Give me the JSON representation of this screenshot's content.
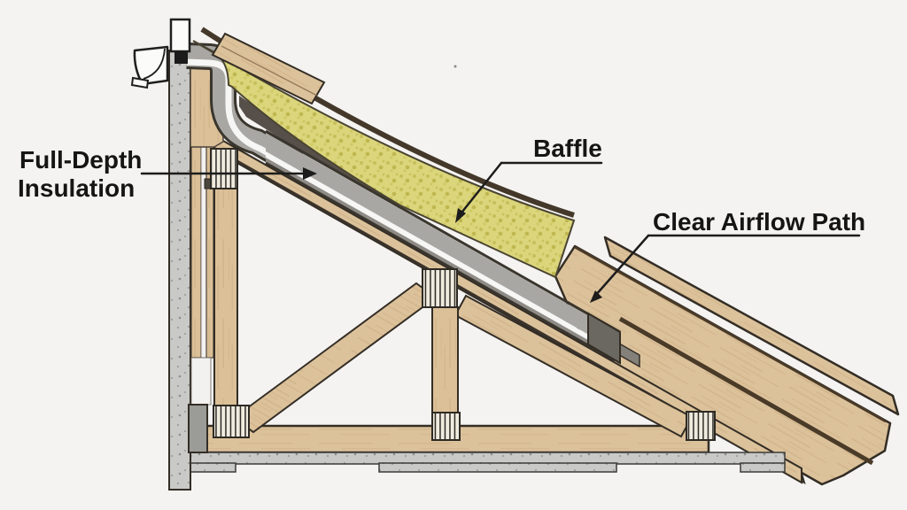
{
  "page": {
    "title": "Roof eave ventilation cross-section diagram",
    "background": "#f4f3f1"
  },
  "labels": {
    "full_depth_line1": "Full-Depth",
    "full_depth_line2": "Insulation",
    "baffle": "Baffle",
    "clear_airflow": "Clear Airflow Path"
  },
  "colors": {
    "label_text": "#151515",
    "leader_line": "#1c1c1c",
    "insulation_yellow": "#dbd57b",
    "insulation_speckle": "#bfb74f",
    "wood_tan": "#dcc29b",
    "wood_grain": "#c9ab80",
    "baffle_gray": "#a8a7a3",
    "baffle_dark_end": "#6b6862",
    "baffle_white_stripe": "#f6f6f4",
    "shadow_cavity": "#57504a",
    "concrete_gray": "#c9c9c7",
    "outline_dark": "#332d25",
    "fascia_white": "#fbfbfa",
    "soffit_block_black": "#1b1b1b",
    "plate_gray": "#9b9b97"
  }
}
